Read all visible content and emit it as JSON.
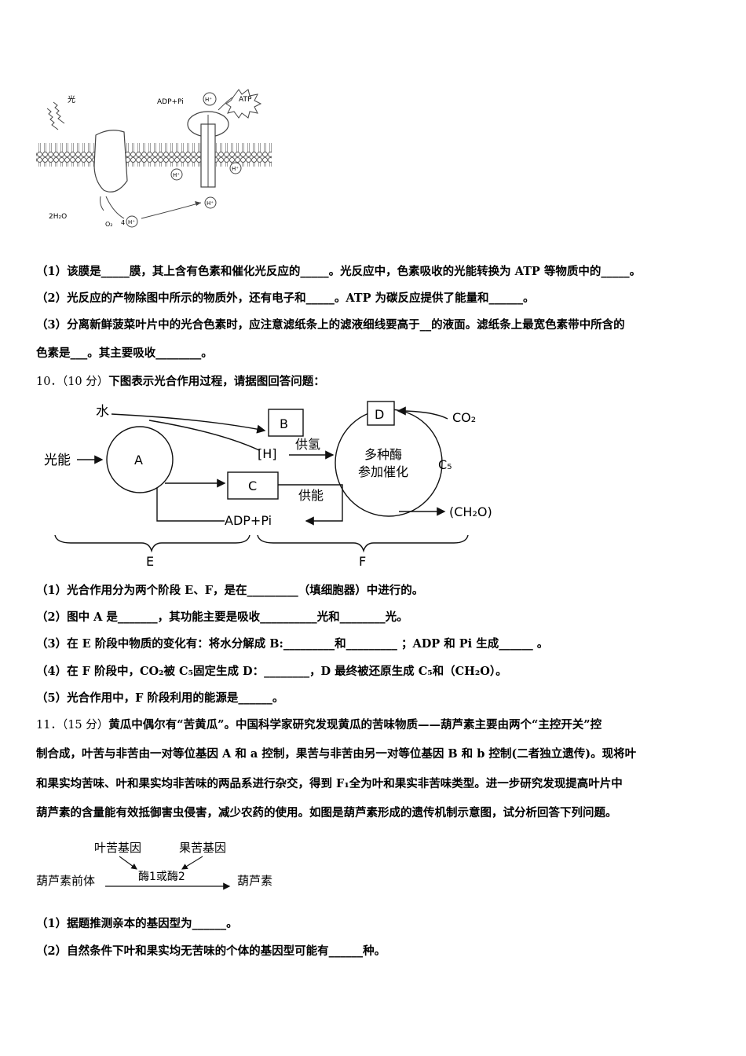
{
  "membrane_figure": {
    "light": "光",
    "adp_pi": "ADP+Pi",
    "atp": "ATP",
    "h_plus": "H⁺",
    "water": "2H₂O",
    "oxygen": "O₂",
    "four": "4"
  },
  "q9_items": [
    "（1）该膜是_____膜，其上含有色素和催化光反应的_____。光反应中，色素吸收的光能转换为 ATP 等物质中的_____。",
    "（2）光反应的产物除图中所示的物质外，还有电子和_____。ATP 为碳反应提供了能量和______。",
    "（3）分离新鲜菠菜叶片中的光合色素时，应注意滤纸条上的滤液细线要高于__的液面。滤纸条上最宽色素带中所含的",
    "色素是___。其主要吸收________。"
  ],
  "q10": {
    "number": "10．",
    "score": "（10 分）",
    "stem": "下图表示光合作用过程，请据图回答问题：",
    "figure": {
      "water": "水",
      "light_energy": "光能",
      "A": "A",
      "B": "B",
      "C": "C",
      "D": "D",
      "H": "[H]",
      "supply_h": "供氢",
      "supply_energy": "供能",
      "adp_pi": "ADP+Pi",
      "enzyme_line1": "多种酶",
      "enzyme_line2": "参加催化",
      "co2": "CO₂",
      "c5": "C₅",
      "ch2o": "(CH₂O)",
      "E": "E",
      "F": "F"
    },
    "items": [
      "（1）光合作用分为两个阶段 E、F，是在_________（填细胞器）中进行的。",
      "（2）图中 A 是_______，其功能主要是吸收__________光和________光。",
      "（3）在 E 阶段中物质的变化有：将水分解成 B:_________和_________ ；ADP 和 Pi 生成______ 。",
      "（4）在 F 阶段中，CO₂被 C₅固定生成 D：________，D 最终被还原生成 C₅和（CH₂O）。",
      "（5）光合作用中，F 阶段利用的能源是______。"
    ]
  },
  "q11": {
    "number": "11．",
    "score": "（15 分）",
    "stem_first": "黄瓜中偶尔有“苦黄瓜”。中国科学家研究发现黄瓜的苦味物质——葫芦素主要由两个“主控开关”控",
    "stem_lines": [
      "制合成，叶苦与非苦由一对等位基因 A 和 a 控制，果苦与非苦由另一对等位基因 B 和 b 控制(二者独立遗传)。现将叶",
      "和果实均苦味、叶和果实均非苦味的两品系进行杂交，得到 F₁全为叶和果实非苦味类型。进一步研究发现提高叶片中",
      "葫芦素的含量能有效抵御害虫侵害，减少农药的使用。如图是葫芦素形成的遗传机制示意图，试分析回答下列问题。"
    ],
    "figure": {
      "leaf_gene": "叶苦基因",
      "fruit_gene": "果苦基因",
      "enzyme": "酶1或酶2",
      "precursor": "葫芦素前体",
      "product": "葫芦素"
    },
    "items": [
      "（1）据题推测亲本的基因型为______。",
      "（2）自然条件下叶和果实均无苦味的个体的基因型可能有______种。"
    ]
  }
}
